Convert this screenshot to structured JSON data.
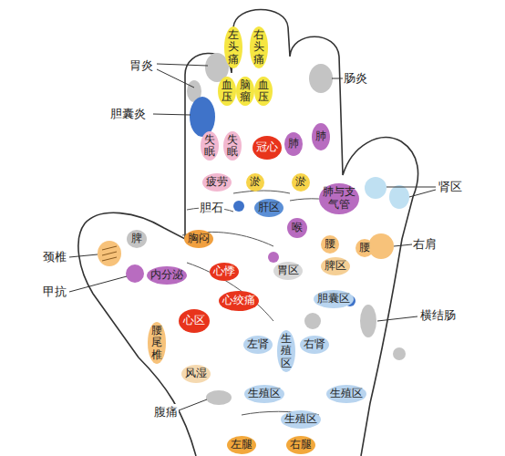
{
  "diagram": {
    "nodes": [
      {
        "text": [
          "左头痛"
        ]
      },
      {
        "text": [
          "右头痛"
        ]
      },
      {
        "text": [
          "血压"
        ]
      },
      {
        "text": [
          "脑瘤"
        ]
      },
      {
        "text": [
          "血压"
        ]
      },
      {
        "text": [
          "失眠"
        ]
      },
      {
        "text": [
          "失眠"
        ]
      },
      {
        "text": [
          "冠心"
        ]
      },
      {
        "text": [
          "肺"
        ]
      },
      {
        "text": [
          "肺"
        ]
      },
      {
        "text": [
          "疲劳"
        ]
      },
      {
        "text": [
          "淤"
        ]
      },
      {
        "text": [
          "淤"
        ]
      },
      {
        "text": [
          "肺与支气管"
        ]
      },
      {
        "text": [
          "肝区"
        ]
      },
      {
        "text": [
          "喉"
        ]
      },
      {
        "text": [
          "脾"
        ]
      },
      {
        "text": [
          "胸闷"
        ]
      },
      {
        "text": [
          "腰"
        ]
      },
      {
        "text": [
          "腰"
        ]
      },
      {
        "text": [
          "脾区"
        ]
      },
      {
        "text": [
          "心悸"
        ]
      },
      {
        "text": [
          "内分泌"
        ]
      },
      {
        "text": [
          "胃区"
        ]
      },
      {
        "text": [
          "心绞痛"
        ]
      },
      {
        "text": [
          "胆囊区"
        ]
      },
      {
        "text": [
          "心区"
        ]
      },
      {
        "text": [
          "腰尾椎"
        ]
      },
      {
        "text": [
          "左肾"
        ]
      },
      {
        "text": [
          "生殖区"
        ]
      },
      {
        "text": [
          "右肾"
        ]
      },
      {
        "text": [
          "风湿"
        ]
      },
      {
        "text": [
          "生殖区"
        ]
      },
      {
        "text": [
          "生殖区"
        ]
      },
      {
        "text": [
          "生殖区"
        ]
      },
      {
        "text": [
          "左腿"
        ]
      },
      {
        "text": [
          "右腿"
        ]
      }
    ],
    "labels": [
      "胃炎",
      "胆囊炎",
      "肠炎",
      "肾区",
      "颈椎",
      "胆石",
      "右肩",
      "甲抗",
      "横结肠",
      "腹痛"
    ]
  }
}
